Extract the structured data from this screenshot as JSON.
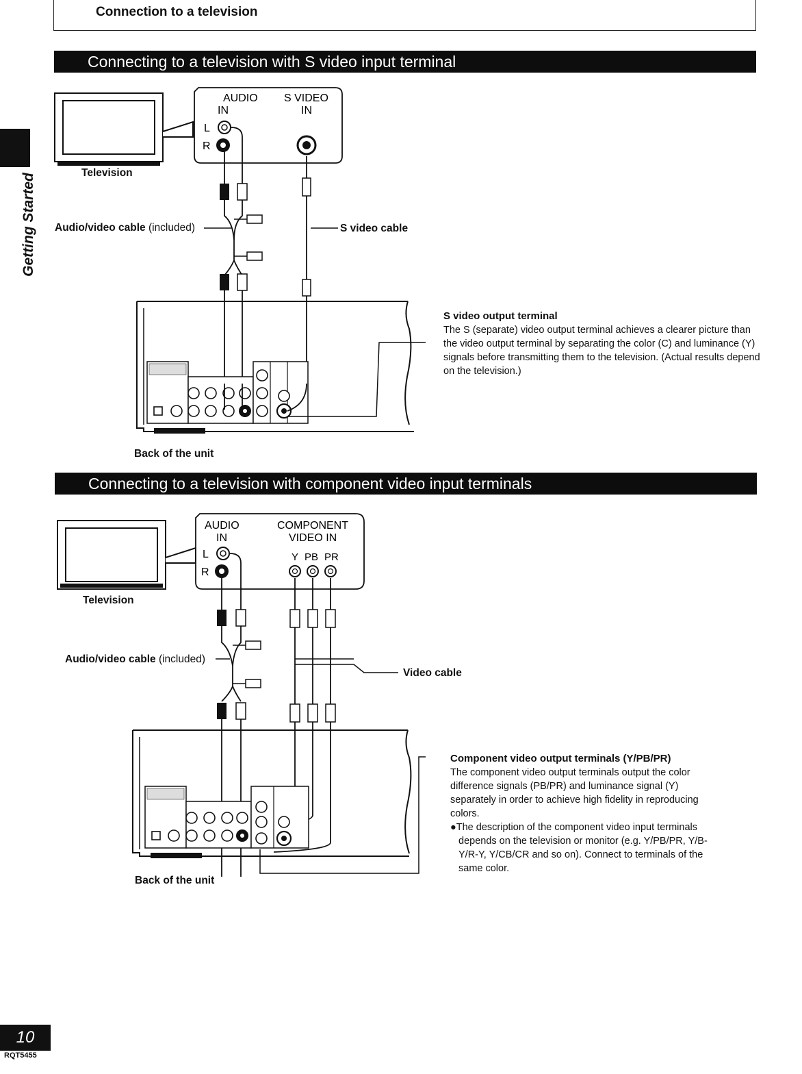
{
  "header": {
    "title": "Connection to a television"
  },
  "side_tab": {
    "label": "Getting Started"
  },
  "section1": {
    "band_title": "Connecting to a television with S video input terminal",
    "tv_label": "Television",
    "tv_panel": {
      "audio_line1": "AUDIO",
      "audio_line2": "IN",
      "svideo_line1": "S VIDEO",
      "svideo_line2": "IN",
      "l": "L",
      "r": "R"
    },
    "av_cable_bold": "Audio/video cable",
    "av_cable_rest": " (included)",
    "svideo_cable": "S video cable",
    "back_label": "Back of the unit",
    "desc_title": "S video output terminal",
    "desc_body": "The S (separate) video output terminal achieves a clearer picture than the video output terminal by separating the color (C) and luminance (Y) signals before transmitting them to the television. (Actual results depend on the television.)"
  },
  "section2": {
    "band_title": "Connecting to a television with component video input terminals",
    "tv_label": "Television",
    "tv_panel": {
      "audio_line1": "AUDIO",
      "audio_line2": "IN",
      "comp_line1": "COMPONENT",
      "comp_line2": "VIDEO IN",
      "y": "Y",
      "pb": "PB",
      "pr": "PR",
      "l": "L",
      "r": "R"
    },
    "av_cable_bold": "Audio/video cable",
    "av_cable_rest": " (included)",
    "video_cable": "Video cable",
    "back_label": "Back of the unit",
    "desc_title": "Component video output terminals (Y/PB/PR)",
    "desc_body": "The component video output terminals output the color difference signals (PB/PR) and luminance signal (Y) separately in order to achieve high fidelity in reproducing colors.",
    "desc_bullet": "●The description of the component video input terminals depends on the television or monitor (e.g. Y/PB/PR, Y/B-Y/R-Y, Y/CB/CR and so on). Connect to terminals of the same color."
  },
  "footer": {
    "page_number": "10",
    "model": "RQT5455"
  }
}
